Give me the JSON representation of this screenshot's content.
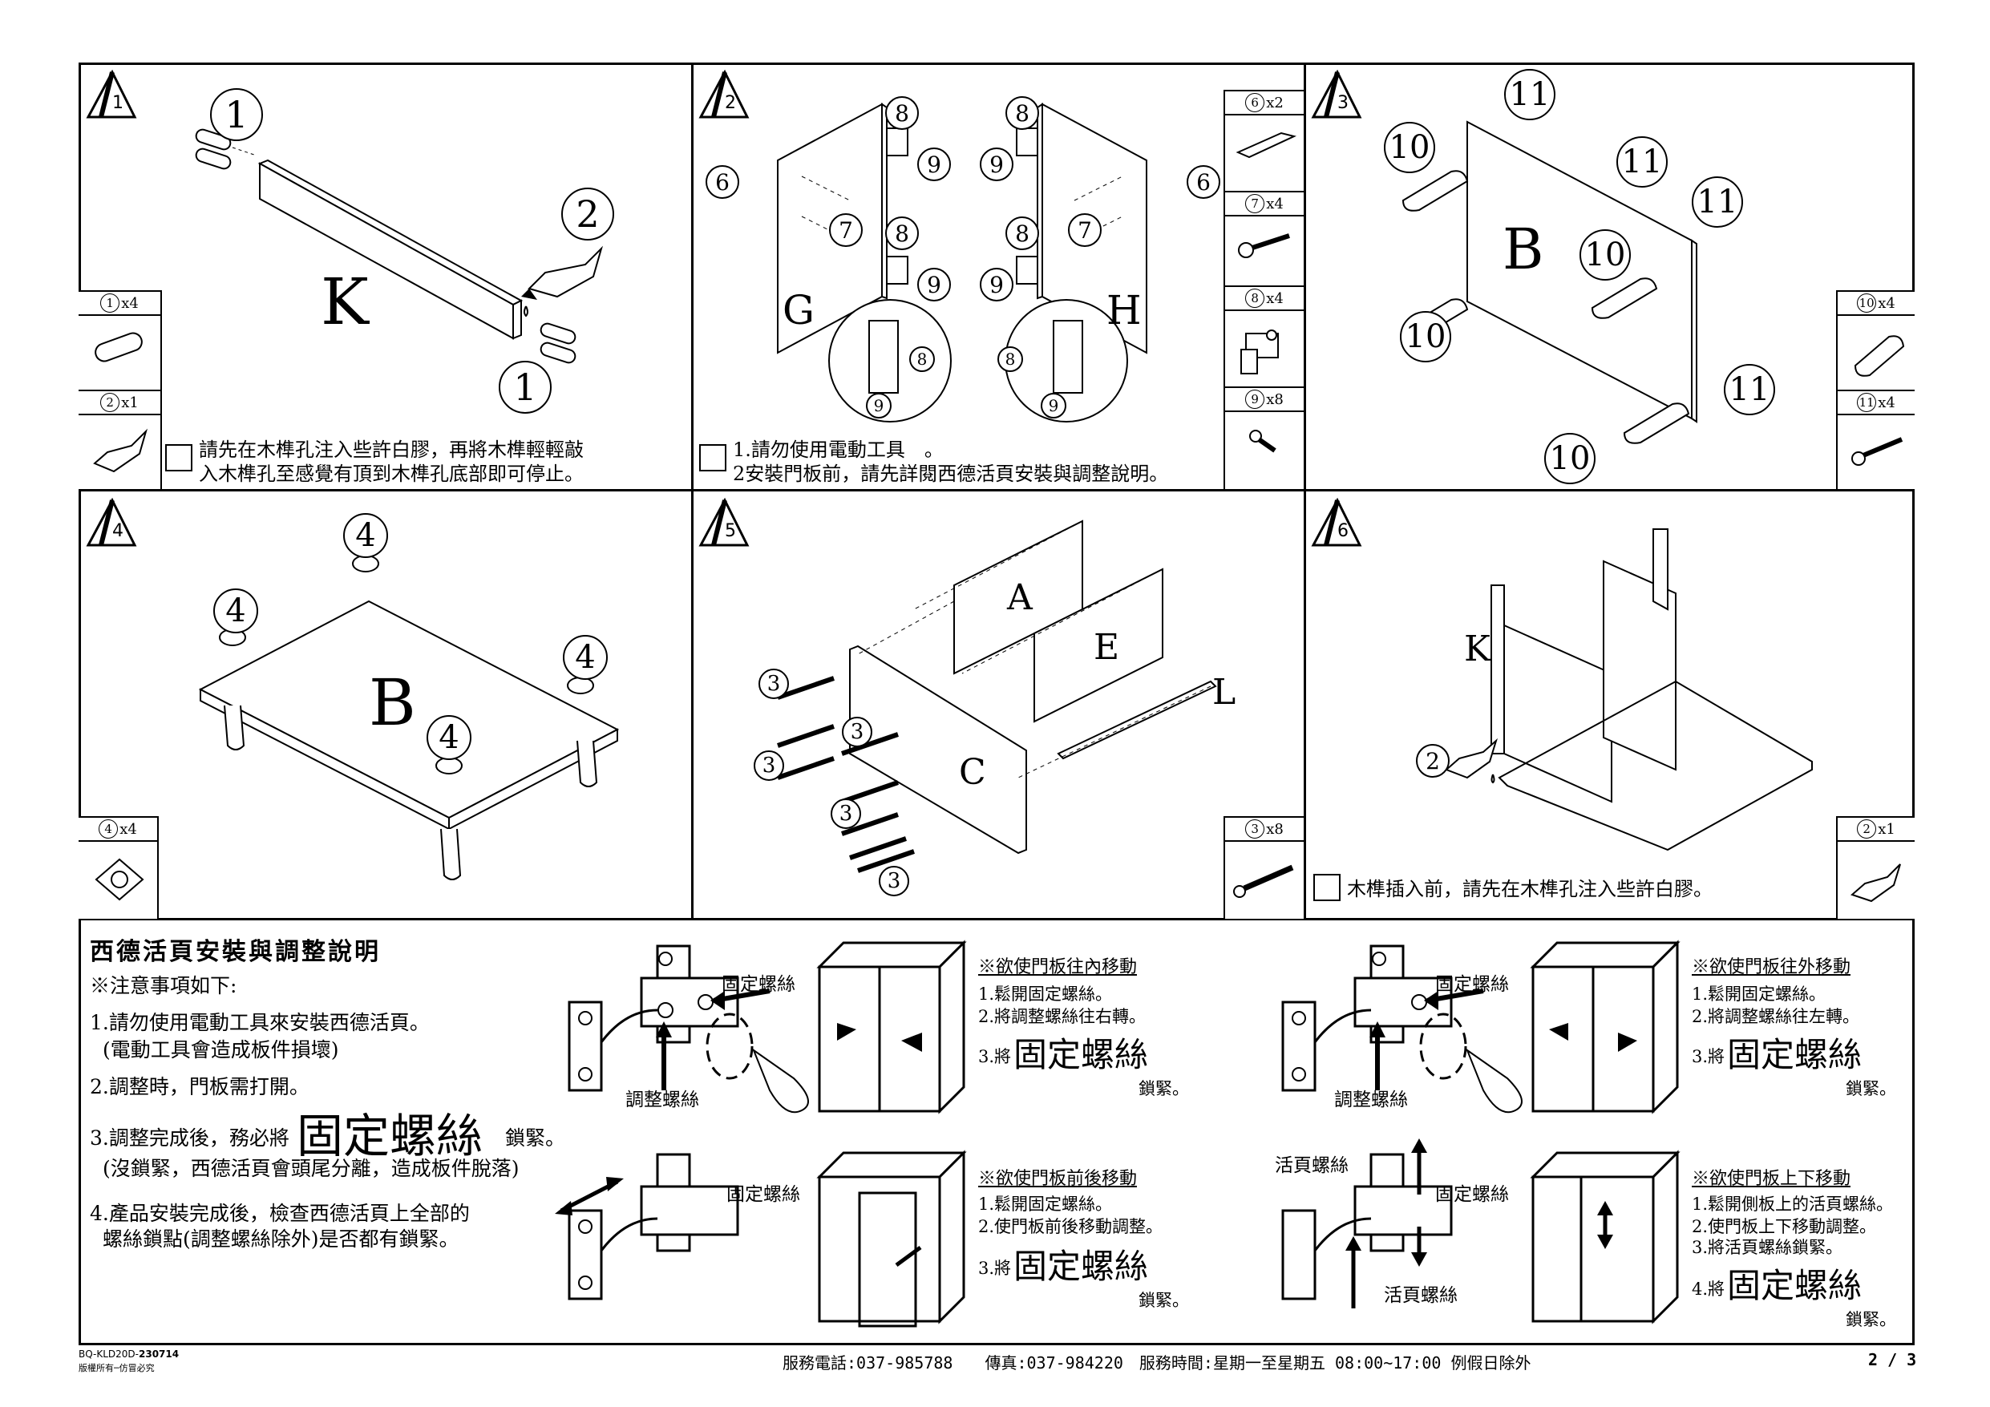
{
  "steps": [
    {
      "num": "1",
      "letter": "K",
      "callouts": {
        "dowel": "1",
        "glue": "2"
      },
      "parts": [
        {
          "id": "1",
          "qty": "x4"
        },
        {
          "id": "2",
          "qty": "x1"
        }
      ],
      "note": [
        "請先在木榫孔注入些許白膠，再將木榫輕輕敲",
        "入木榫孔至感覺有頂到木榫孔底部即可停止。"
      ]
    },
    {
      "num": "2",
      "letters": [
        "G",
        "H"
      ],
      "callouts": {
        "a": "6",
        "b": "7",
        "c": "8",
        "d": "9"
      },
      "parts": [
        {
          "id": "6",
          "qty": "x2"
        },
        {
          "id": "7",
          "qty": "x4"
        },
        {
          "id": "8",
          "qty": "x4"
        },
        {
          "id": "9",
          "qty": "x8"
        }
      ],
      "note": [
        "1.請勿使用電動工具　。",
        "2安裝門板前，請先詳閱西德活頁安裝與調整說明。"
      ]
    },
    {
      "num": "3",
      "letter": "B",
      "callouts": {
        "leg": "10",
        "screw": "11"
      },
      "parts": [
        {
          "id": "10",
          "qty": "x4"
        },
        {
          "id": "11",
          "qty": "x4"
        }
      ]
    },
    {
      "num": "4",
      "letter": "B",
      "callouts": {
        "pad": "4"
      },
      "parts": [
        {
          "id": "4",
          "qty": "x4"
        }
      ]
    },
    {
      "num": "5",
      "letters": [
        "A",
        "E",
        "L",
        "C"
      ],
      "callouts": {
        "screw": "3"
      },
      "parts": [
        {
          "id": "3",
          "qty": "x8"
        }
      ]
    },
    {
      "num": "6",
      "letter": "K",
      "callouts": {
        "glue": "2"
      },
      "parts": [
        {
          "id": "2",
          "qty": "x1"
        }
      ],
      "note": [
        "木榫插入前，請先在木榫孔注入些許白膠。"
      ]
    }
  ],
  "hinge_guide": {
    "title": "西德活頁安裝與調整說明",
    "caution": "※注意事項如下:",
    "items": [
      [
        "1.請勿使用電動工具來安裝西德活頁。",
        "(電動工具會造成板件損壞)"
      ],
      [
        "2.調整時，門板需打開。"
      ],
      [
        "3.調整完成後，務必將",
        "固定螺絲",
        "鎖緊。",
        "(沒鎖緊，西德活頁會頭尾分離，造成板件脫落)"
      ],
      [
        "4.產品安裝完成後，檢查西德活頁上全部的",
        "螺絲鎖點(調整螺絲除外)是否都有鎖緊。"
      ]
    ],
    "labels": {
      "fix": "固定螺絲",
      "adjust": "調整螺絲",
      "hinge": "活頁螺絲"
    },
    "panels": [
      {
        "heading": "※欲使門板往內移動",
        "lines": [
          "1.鬆開固定螺絲。",
          "2.將調整螺絲往右轉。"
        ],
        "step3_pre": "3.將",
        "step3_big": "固定螺絲",
        "step3_post": "鎖緊。"
      },
      {
        "heading": "※欲使門板往外移動",
        "lines": [
          "1.鬆開固定螺絲。",
          "2.將調整螺絲往左轉。"
        ],
        "step3_pre": "3.將",
        "step3_big": "固定螺絲",
        "step3_post": "鎖緊。"
      },
      {
        "heading": "※欲使門板前後移動",
        "lines": [
          "1.鬆開固定螺絲。",
          "2.使門板前後移動調整。"
        ],
        "step3_pre": "3.將",
        "step3_big": "固定螺絲",
        "step3_post": "鎖緊。"
      },
      {
        "heading": "※欲使門板上下移動",
        "lines": [
          "1.鬆開側板上的活頁螺絲。",
          "2.使門板上下移動調整。",
          "3.將活頁螺絲鎖緊。"
        ],
        "step3_pre": "4.將",
        "step3_big": "固定螺絲",
        "step3_post": "鎖緊。"
      }
    ]
  },
  "footer": {
    "code": "BQ-KLD20D",
    "date": "230714",
    "copyright": "版權所有─仿冒必究",
    "contact": "服務電話:037-985788　　傳真:037-984220　服務時間:星期一至星期五 08:00~17:00 例假日除外",
    "page": "2 / 3"
  }
}
